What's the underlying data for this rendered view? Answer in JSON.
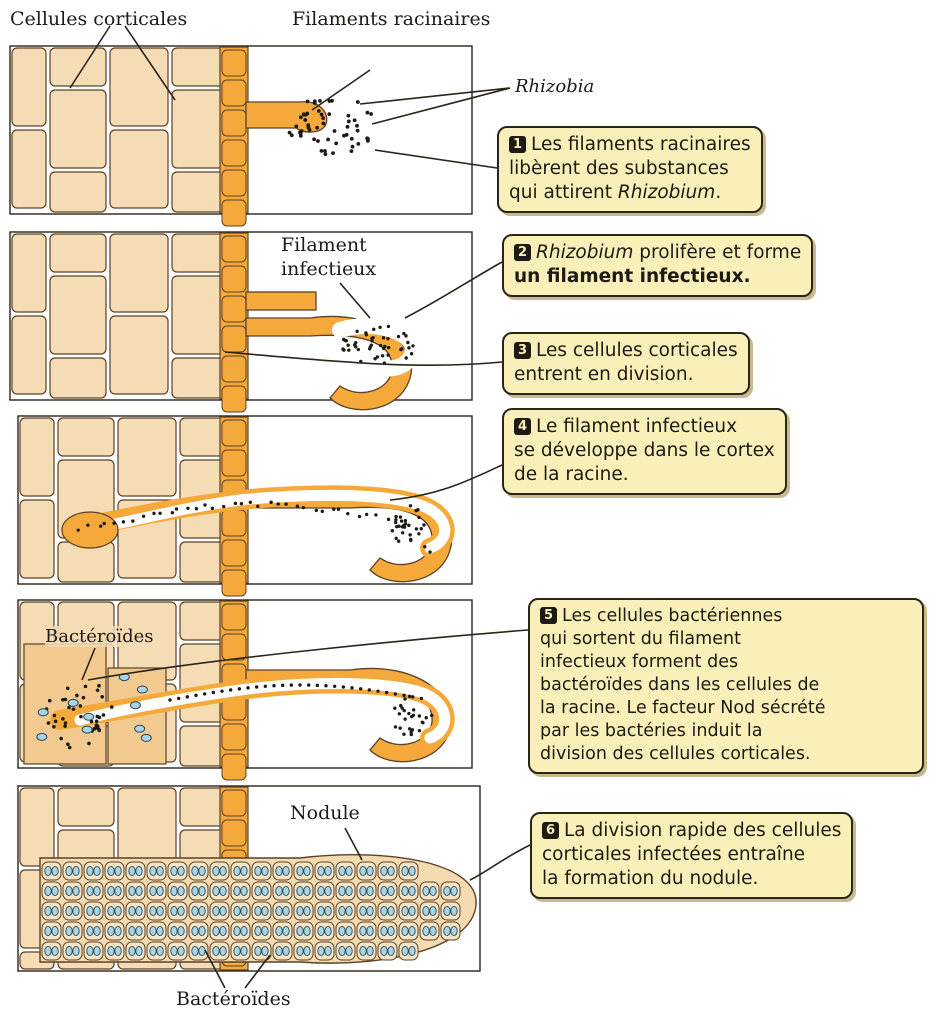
{
  "labels": {
    "cortical_cells": "Cellules corticales",
    "root_hairs": "Filaments racinaires",
    "rhizobia": "Rhizobia",
    "infection_thread": [
      "Filament",
      "infectieux"
    ],
    "bacteroids_top": "Bactéroïdes",
    "nodule": "Nodule",
    "bacteroids_bottom": "Bactéroïdes"
  },
  "callouts": [
    {
      "step": "1",
      "lines": [
        "Les filaments racinaires",
        "libèrent des substances",
        "qui attirent Rhizobium."
      ]
    },
    {
      "step": "2",
      "lines": [
        "Rhizobium prolifère et forme",
        "un filament infectieux."
      ]
    },
    {
      "step": "3",
      "lines": [
        "Les cellules corticales",
        "entrent en division."
      ]
    },
    {
      "step": "4",
      "lines": [
        "Le filament infectieux",
        "se développe dans le cortex",
        "de la racine."
      ]
    },
    {
      "step": "5",
      "lines": [
        "Les cellules bactériennes",
        "qui sortent du filament",
        "infectieux forment des",
        "bactéroïdes dans les cellules de",
        "la racine. Le facteur Nod sécrété",
        "par les bactéries induit la",
        "division des cellules corticales."
      ]
    },
    {
      "step": "6",
      "lines": [
        "La division rapide des cellules",
        "corticales infectées entraîne",
        "la formation du nodule."
      ]
    }
  ],
  "colors": {
    "cortex_cell": "#f6dcb4",
    "epidermis": "#f4a93a",
    "cell_outline": "#5a4128",
    "callout_bg": "#f8f0b8",
    "bacteroid": "#a9d4e4"
  }
}
